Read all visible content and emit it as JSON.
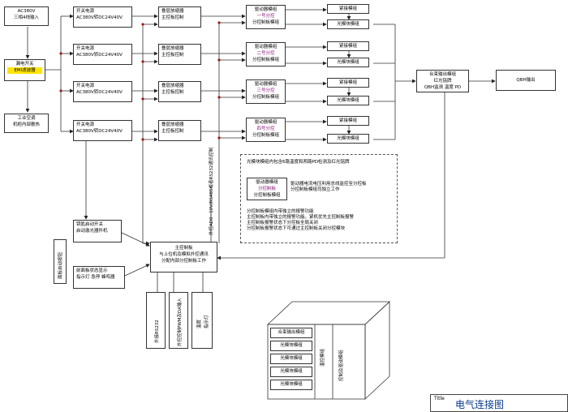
{
  "power": {
    "input": [
      "AC380V",
      "三相4线输入"
    ],
    "breaker": [
      "漏电开关"
    ],
    "emi": "EMI滤波器",
    "fan": [
      "工业空调",
      "机柜内部散热"
    ]
  },
  "psu": {
    "line1": "开关电源",
    "line2": "AC380V转DC24V40V"
  },
  "stack": {
    "line1": "叠层放缩器",
    "line2": "主控板控制"
  },
  "drivers": [
    {
      "line1": "驱动器模组",
      "tag": "一号分控",
      "line3": "分控制板模组"
    },
    {
      "line1": "驱动器模组",
      "tag": "二号分控",
      "line3": "分控制板模组"
    },
    {
      "line1": "驱动器模组",
      "tag": "三号分控",
      "line3": "分控制板模组"
    },
    {
      "line1": "驱动器模组",
      "tag": "四号分控",
      "line3": "分控制板模组"
    }
  ],
  "modules": {
    "upper": "紧接模组",
    "lower": "光模块模组"
  },
  "combiner": [
    "合束输出模组",
    "红光铭牌",
    "QBH监测  温度  PD"
  ],
  "qbh": "QBH输出",
  "annotation": {
    "header": "光模块模组内包含6路温度和两路PD检测及红光铭牌",
    "box": [
      "驱动器模组",
      "分控制板",
      "分控制板模组"
    ],
    "box_desc": [
      "驱动器电流电压利用总线监控至分控板",
      "分控制板模组司独立工作"
    ],
    "notes": [
      "分控制板模组内带独立的报警功能",
      "主控制板内带独立的报警功能。紧机优先主控制板报警",
      "主控制板报警状态下分控板全局关闭",
      "分控制板报警状态下可通过主控制板关闭分控模块"
    ]
  },
  "main_ctrl": [
    "主控制板",
    "与上位机及模拟外控通讯",
    "分配内部分控制板工作"
  ],
  "vertical_label": "外控AD0~10V/RS485或者RS232通讯控制",
  "key_switch": [
    "钥匙启动开关",
    "启动激光器件机"
  ],
  "panel": [
    "前面板状态显示",
    "指示灯 急停 蜂鸣器"
  ],
  "side_label": "面板启动按钮",
  "bottom_labels": [
    "外接RS232",
    "外控控制PWM及DA输入",
    "温度",
    "指示灯"
  ],
  "cabinet": {
    "rows": [
      "合束输出模组",
      "光模块模组",
      "光模块模组",
      "光模块模组",
      "光模块模组"
    ],
    "mid": "温控模组",
    "right": "控制及驱动模组"
  },
  "title_block": {
    "label": "Title",
    "value": "电气连接图"
  }
}
